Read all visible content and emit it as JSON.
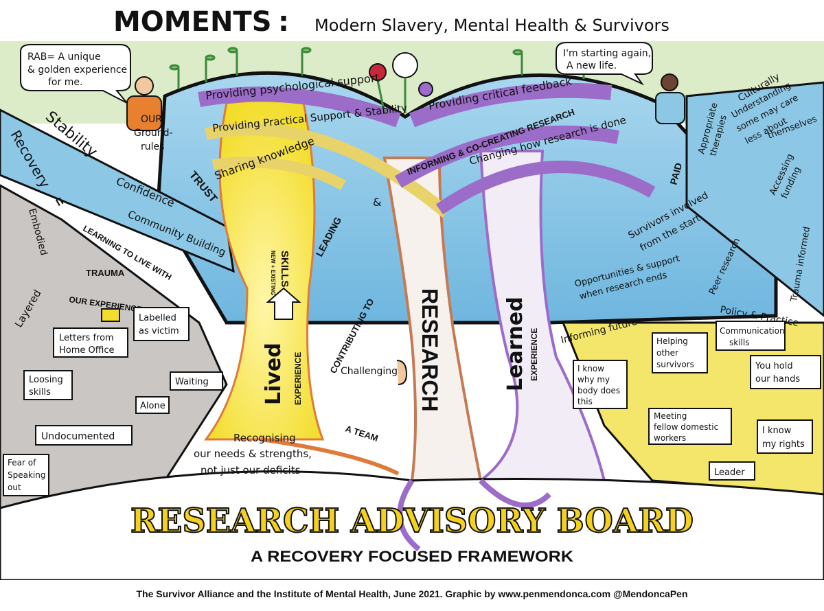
{
  "header": {
    "moments": "MOMENTS",
    "colon": ":",
    "subtitle": "Modern Slavery, Mental Health & Survivors"
  },
  "speech": {
    "rab": [
      "RAB= A unique",
      "& golden experience",
      "for me."
    ],
    "new_life": [
      "I'm starting again,",
      "A new life."
    ]
  },
  "branches": {
    "psych_support": "Providing psychological support",
    "critical_feedback": "Providing critical feedback",
    "practical_support": "Providing Practical Support & Stability",
    "informing": "INFORMING & CO-CREATING RESEARCH",
    "sharing": "Sharing knowledge",
    "changing": "Changing how research is done",
    "leading": "LEADING",
    "amp": "&",
    "contributing": "CONTRIBUTING TO",
    "challenging": "Challenging",
    "a_team": "A TEAM"
  },
  "trunks": {
    "lived": "Lived",
    "lived_sub": "EXPERIENCE",
    "skills": "SKILLS",
    "skills_sub": "NEW + EXISTING",
    "research": "RESEARCH",
    "learned": "Learned",
    "learned_sub": "EXPERIENCE"
  },
  "left_roots": {
    "stability": "Stability",
    "our_ground_rules": [
      "OUR",
      "Ground-",
      "rules"
    ],
    "recovery": "Recovery",
    "equals": "=",
    "trust": "TRUST",
    "confidence": "Confidence",
    "community": "Community Building",
    "learning_live": "LEARNING TO LIVE WITH",
    "embodied": "Embodied",
    "trauma": "TRAUMA",
    "our_experiences": "OUR EXPERIENCES",
    "layered": "Layered"
  },
  "left_boxes": {
    "letters": [
      "Letters from",
      "Home Office"
    ],
    "labelled": [
      "Labelled",
      "as victim"
    ],
    "loosing": [
      "Loosing",
      "skills"
    ],
    "waiting": "Waiting",
    "alone": "Alone",
    "undocumented": "Undocumented",
    "fear": [
      "Fear of",
      "Speaking",
      "out"
    ]
  },
  "center_caption": [
    "Recognising",
    "our needs & strengths,",
    "not just our deficits"
  ],
  "right_roots": {
    "paid": "PAID",
    "appropriate": [
      "Appropriate",
      "therapies"
    ],
    "culturally": "Culturally",
    "understanding": [
      "Understanding",
      "some may care",
      "less about",
      "themselves"
    ],
    "survivors_involved": [
      "Survivors involved",
      "from the start"
    ],
    "accessing": [
      "Accessing",
      "funding"
    ],
    "opportunities": [
      "Opportunities & support",
      "when research ends"
    ],
    "peer_research": "Peer research",
    "trauma_informed": "Trauma informed",
    "informing_future": "Informing future",
    "policy": "Policy & Practice"
  },
  "right_boxes": {
    "communication": [
      "Communication",
      "skills"
    ],
    "helping": [
      "Helping",
      "other",
      "survivors"
    ],
    "i_know_body": [
      "I know",
      "why my",
      "body does",
      "this"
    ],
    "hold_hands": [
      "You hold",
      "our hands"
    ],
    "meeting": [
      "Meeting",
      "fellow domestic",
      "workers"
    ],
    "rights": [
      "I know",
      "my rights"
    ],
    "leader": "Leader"
  },
  "title": {
    "main": "RESEARCH ADVISORY BOARD",
    "sub": "A RECOVERY FOCUSED FRAMEWORK"
  },
  "footer": "The Survivor Alliance and the Institute of Mental Health, June 2021. Graphic by www.penmendonca.com @MendoncaPen",
  "colors": {
    "sky": "#8cc8e6",
    "grass": "#dcebc8",
    "yellow": "#f3dd2c",
    "purple": "#9b6cc8",
    "orange": "#e07a3a",
    "title_yellow": "#f5d11e",
    "ink": "#111111"
  },
  "icons": [
    "arrow-up-icon",
    "flowers-icon",
    "seedling-icon",
    "ear-icon",
    "alarm-clock-icon",
    "envelope-icon",
    "person-icon"
  ]
}
